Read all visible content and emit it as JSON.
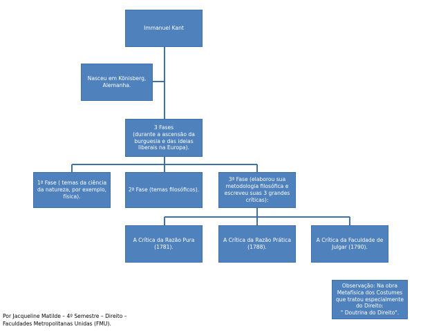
{
  "diagram": {
    "root": "Immanuel Kant",
    "birth_note": "Nasceu em Könisberg, Alemanha.",
    "phases": "3 Fases\n(durante a ascensão da burguesia e das ideias liberais na Europa).",
    "phase1": "1ª Fase ( temas da ciência da natureza, por exemplo, física).",
    "phase2": "2ª Fase (temas filosóficos).",
    "phase3": "3ª Fase (elaborou sua metodologia filosófica e escreveu suas 3 grandes críticas):",
    "critique1": "A Crítica da Razão Pura (1781).",
    "critique2": "A Crítica da Razão Prática (1788).",
    "critique3": "A Crítica da Faculdade de Julgar (1790).",
    "observation": "Observação: Na obra Metafísica dos Costumes que tratou especialmente do Direito:\n\" Doutrina do Direito\"."
  },
  "credit": {
    "line1": "Por Jacqueline Matilde – 4º Semestre – Direito –",
    "line2": "Faculdades Metropolitanas Unidas (FMU)."
  },
  "colors": {
    "box_fill": "#4f81bd",
    "connector": "#3f6fa8",
    "text_on_box": "#ffffff"
  }
}
